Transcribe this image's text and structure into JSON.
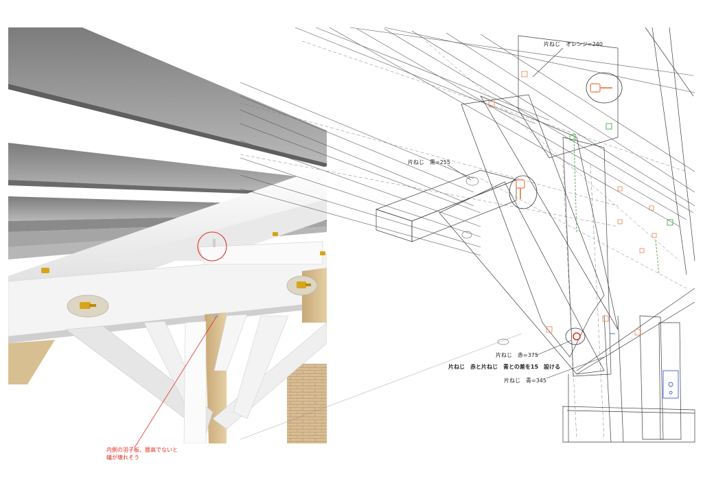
{
  "labels": {
    "orange": "片ねじ　オレンジ=240",
    "black": "片ねじ　黒=255",
    "red": "片ねじ　赤=375",
    "difference": "片ねじ　赤と片ねじ　青との差を15　設ける",
    "blue": "片ねじ　青=345",
    "note_line1": "内側の羽子板、腰高でないと",
    "note_line2": "蟻が壊れそう"
  },
  "colors": {
    "annotation_red": "#e0301e",
    "bolt_orange": "#f08a5d",
    "bolt_green": "#3faa4a",
    "bolt_blue": "#3b5bdb",
    "wood": "#d9bf8f",
    "brick": "#d7b98f",
    "rafter_grey": "#9a9a9a"
  }
}
